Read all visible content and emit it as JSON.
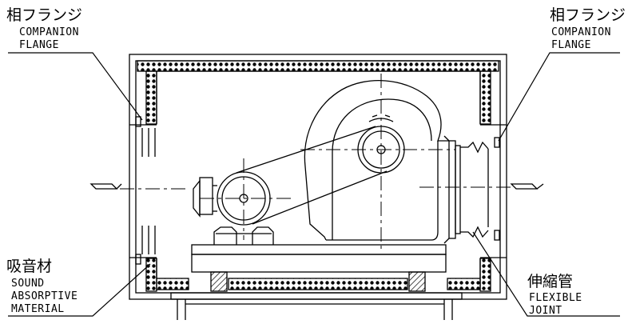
{
  "labels": {
    "top_left": {
      "jp": "相フランジ",
      "en1": "COMPANION",
      "en2": "FLANGE"
    },
    "top_right": {
      "jp": "相フランジ",
      "en1": "COMPANION",
      "en2": "FLANGE"
    },
    "bottom_left": {
      "jp": "吸音材",
      "en1": "SOUND",
      "en2": "ABSORPTIVE",
      "en3": "MATERIAL"
    },
    "bottom_right": {
      "jp": "伸縮管",
      "en1": "FLEXIBLE",
      "en2": "JOINT"
    }
  },
  "colors": {
    "line": "#000000",
    "background": "#ffffff"
  }
}
